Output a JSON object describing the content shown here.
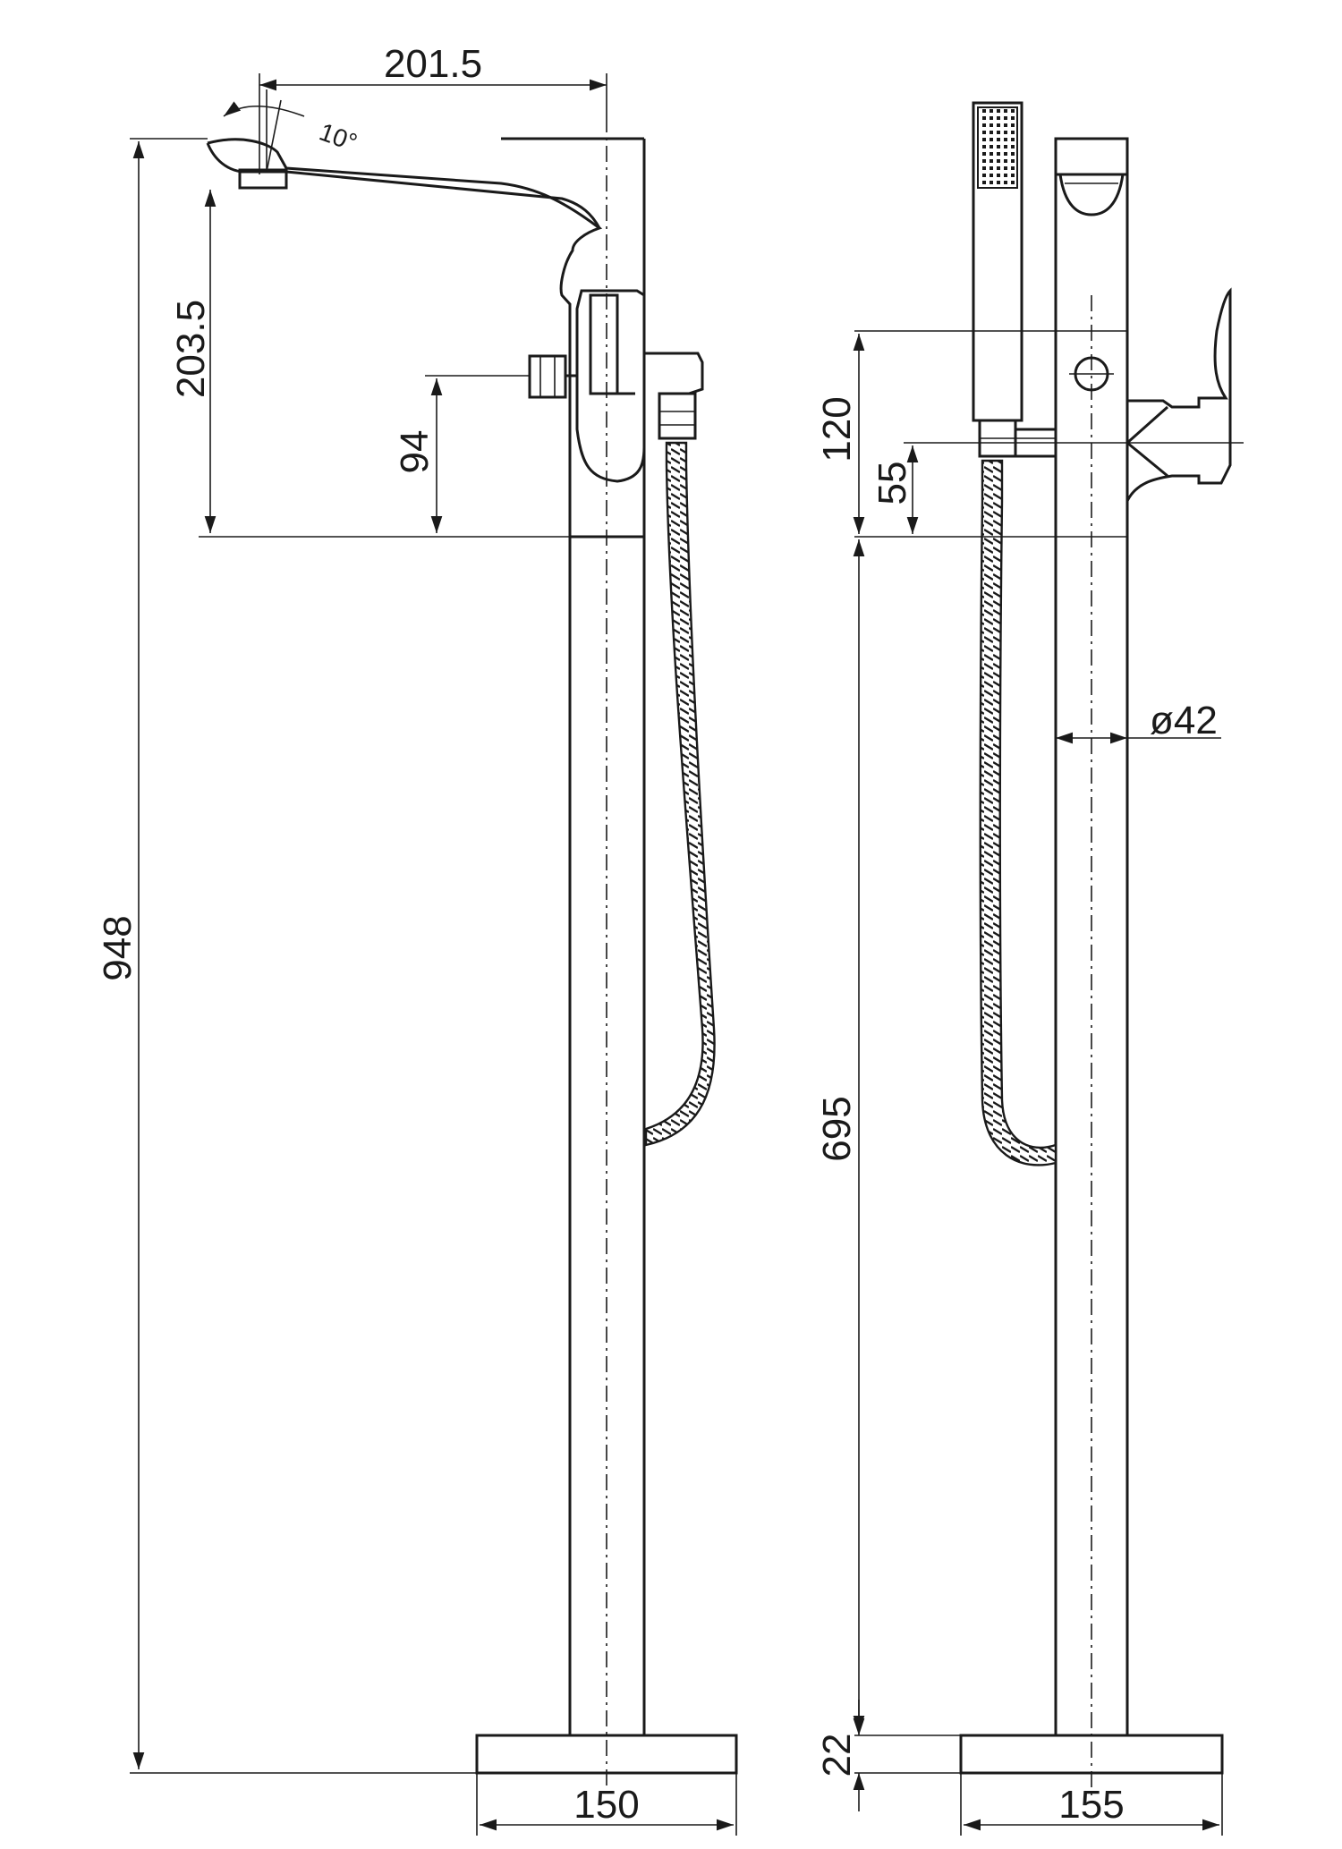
{
  "dimensions": {
    "spout_reach": "201.5",
    "spout_height": "203.5",
    "inlet_height": "94",
    "overall_height": "948",
    "base_width_front": "150",
    "upper_section": "120",
    "handshower_height": "55",
    "column_height": "695",
    "base_thickness": "22",
    "base_width_side": "155",
    "column_diameter": "ø42",
    "spout_angle": "10°"
  },
  "colors": {
    "line": "#1a1a1a",
    "background": "#ffffff"
  }
}
